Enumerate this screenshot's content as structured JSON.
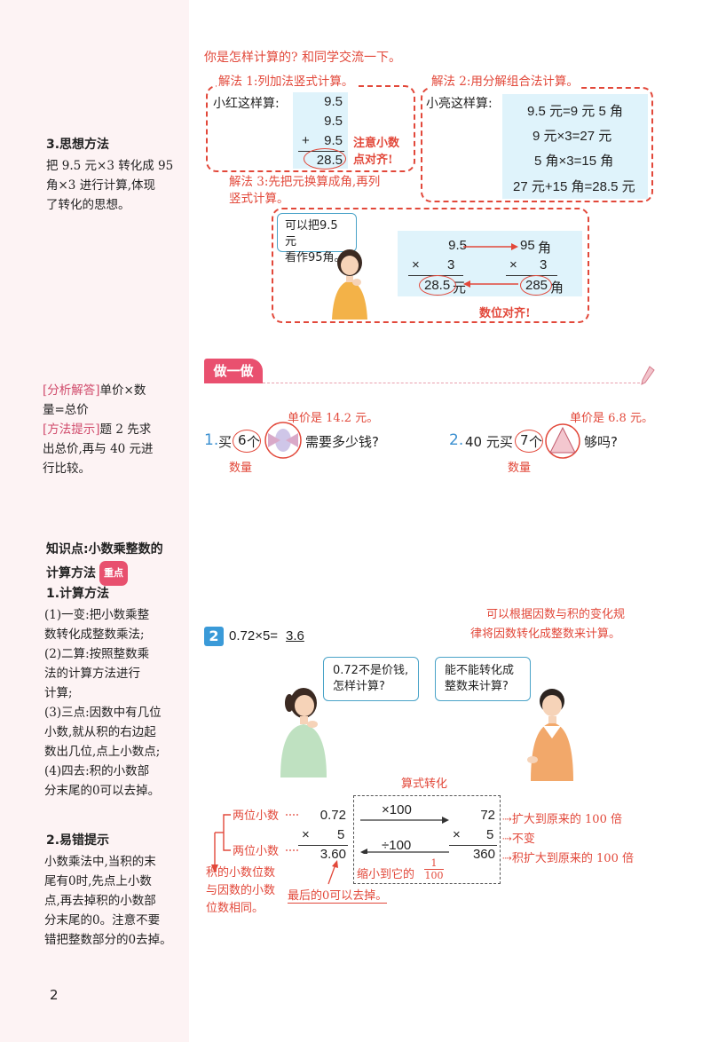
{
  "sidebar": {
    "method3_title": "3.思想方法",
    "method3_lines": [
      "把 9.5 元×3 转化成 95",
      "角×3 进行计算,体现",
      "了转化的思想。"
    ],
    "analysis_tag": "[分析解答]",
    "analysis_line1": "单价×数",
    "analysis_line2": "量=总价",
    "hint_tag": "[方法提示]",
    "hint_line1": "题 2 先求",
    "hint_lines": [
      "出总价,再与 40 元进",
      "行比较。"
    ],
    "kp_title_line1": "知识点:小数乘整数的",
    "kp_title_line2": "计算方法",
    "kp_badge": "重点",
    "calc_title": "1.计算方法",
    "calc_lines": [
      "(1)一变:把小数乘整",
      "数转化成整数乘法;",
      "(2)二算:按照整数乘",
      "法的计算方法进行",
      "计算;",
      "(3)三点:因数中有几位",
      "小数,就从积的右边起",
      "数出几位,点上小数点;",
      "(4)四去:积的小数部",
      "分末尾的0可以去掉。"
    ],
    "error_title": "2.易错提示",
    "error_lines": [
      "小数乘法中,当积的末",
      "尾有0时,先点上小数",
      "点,再去掉积的小数部",
      "分末尾的0。注意不要",
      "错把整数部分的0去掉。"
    ],
    "page_number": "2"
  },
  "top": {
    "question": "你是怎样计算的? 和同学交流一下。",
    "sol1_title": "解法 1:列加法竖式计算。",
    "sol2_title": "解法 2:用分解组合法计算。",
    "sol3_title_l1": "解法 3:先把元换算成角,再列",
    "sol3_title_l2": "竖式计算。",
    "xiaohong": "小红这样算:",
    "xiaoliang": "小亮这样算:",
    "add_rows": [
      "9.5",
      "9.5",
      "9.5"
    ],
    "plus": "+",
    "add_result": "28.5",
    "note_align_l1": "注意小数",
    "note_align_l2": "点对齐!",
    "decomp": [
      "9.5 元=9 元 5 角",
      "9 元×3=27 元",
      "5 角×3=15 角",
      "27 元+15 角=28.5 元"
    ],
    "bubble3_l1": "可以把9.5元",
    "bubble3_l2": "看作95角。",
    "yuan_top": "9.5",
    "yuan_unit": "元",
    "jiao_top": "95",
    "jiao_unit": "角",
    "times": "×",
    "three": "3",
    "yuan_result": "28.5",
    "jiao_result": "285",
    "note_digits": "数位对齐!"
  },
  "practice": {
    "header": "做一做",
    "q1_num": "1.",
    "q1_a": "买",
    "q1_qty": "6",
    "q1_unit": "个",
    "q1_b": "需要多少钱?",
    "q1_price": "单价是 14.2 元。",
    "q1_qty_label": "数量",
    "q2_num": "2.",
    "q2_a": "40 元买",
    "q2_qty": "7",
    "q2_unit": "个",
    "q2_b": "够吗?",
    "q2_price": "单价是 6.8 元。",
    "q2_qty_label": "数量"
  },
  "example2": {
    "num": "2",
    "expr": "0.72×5=",
    "answer": "3.6",
    "note_l1": "可以根据因数与积的变化规",
    "note_l2": "律将因数转化成整数来计算。",
    "bubble_girl_l1": "0.72不是价钱,",
    "bubble_girl_l2": "怎样计算?",
    "bubble_boy_l1": "能不能转化成",
    "bubble_boy_l2": "整数来计算?",
    "transform_title": "算式转化",
    "left_top": "0.72",
    "left_times": "×",
    "left_five": "5",
    "left_result": "3.60",
    "op_top": "×100",
    "op_bottom": "÷100",
    "right_top": "72",
    "right_times": "×",
    "right_five": "5",
    "right_result": "360",
    "shrink": "缩小到它的",
    "frac_num": "1",
    "frac_den": "100",
    "label_two_digits_1": "两位小数",
    "label_two_digits_2": "两位小数",
    "label_expand": "扩大到原来的 100 倍",
    "label_same": "不变",
    "label_product": "积扩大到原来的 100 倍",
    "bottom_l1": "积的小数位数",
    "bottom_l2": "与因数的小数",
    "bottom_l3": "位数相同。",
    "bottom_zero": "最后的0可以去掉。"
  },
  "colors": {
    "red": "#e2483a",
    "pink": "#e9506f",
    "blue_panel": "#dff3fb",
    "sidebar_bg": "#fdf3f4"
  }
}
